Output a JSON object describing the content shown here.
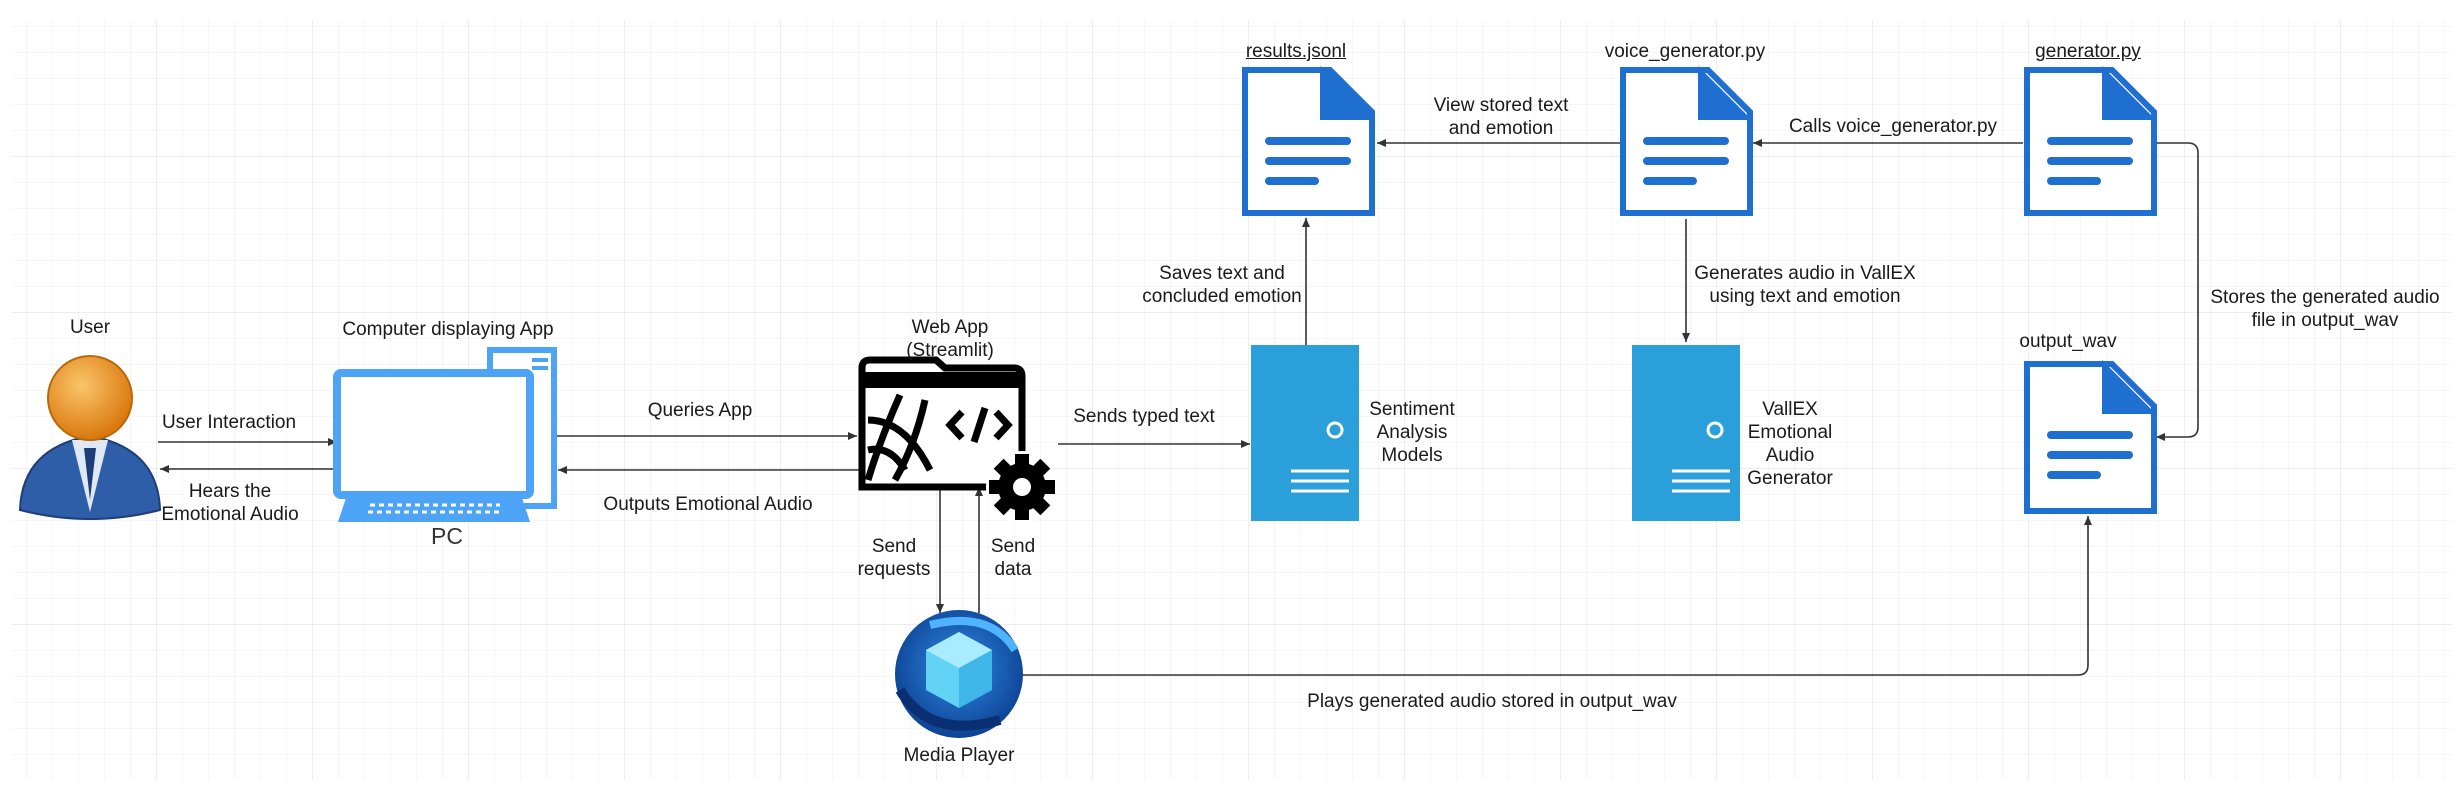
{
  "nodes": {
    "user": "User",
    "computer": "Computer displaying App",
    "pc": "PC",
    "webapp_line1": "Web App",
    "webapp_line2": "(Streamlit)",
    "sentiment": [
      "Sentiment",
      "Analysis",
      "Models"
    ],
    "vallex": [
      "VallEX",
      "Emotional",
      "Audio",
      "Generator"
    ],
    "results": "results.jsonl",
    "voice_gen": "voice_generator.py",
    "generator": "generator.py",
    "output_wav": "output_wav",
    "media_player": "Media Player"
  },
  "edges": {
    "user_interaction": "User Interaction",
    "hears_line1": "Hears the",
    "hears_line2": "Emotional Audio",
    "queries": "Queries App",
    "outputs": "Outputs Emotional Audio",
    "sends_typed": "Sends typed text",
    "send_requests": [
      "Send",
      "requests"
    ],
    "send_data": [
      "Send",
      "data"
    ],
    "saves": [
      "Saves text and",
      "concluded emotion"
    ],
    "view_stored": [
      "View stored text",
      "and emotion"
    ],
    "calls": "Calls voice_generator.py",
    "generates": [
      "Generates audio in VallEX",
      "using text and emotion"
    ],
    "stores": [
      "Stores the generated audio",
      "file in output_wav"
    ],
    "plays": "Plays generated audio stored in output_wav"
  },
  "colors": {
    "blue": "#1f6fd1",
    "server": "#2b9fd9",
    "pc": "#4da3f5",
    "user_head": "#e8911c",
    "user_body": "#2f5ea8"
  }
}
